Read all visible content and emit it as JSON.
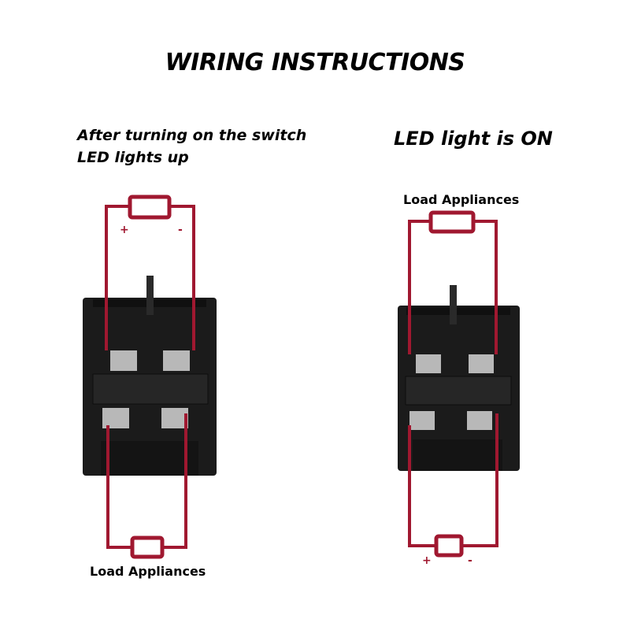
{
  "title": "WIRING INSTRUCTIONS",
  "left_panel": {
    "caption_line1": "After turning on the switch",
    "caption_line2": "LED lights up",
    "top_load_plus": "+",
    "top_load_minus": "-",
    "bottom_load_label": "Load Appliances"
  },
  "right_panel": {
    "caption": "LED light is ON",
    "top_load_label": "Load Appliances",
    "bottom_load_plus": "+",
    "bottom_load_minus": "-"
  },
  "colors": {
    "wire": "#a01830",
    "switch_body": "#1b1b1b",
    "terminal": "#b8b8b8"
  }
}
